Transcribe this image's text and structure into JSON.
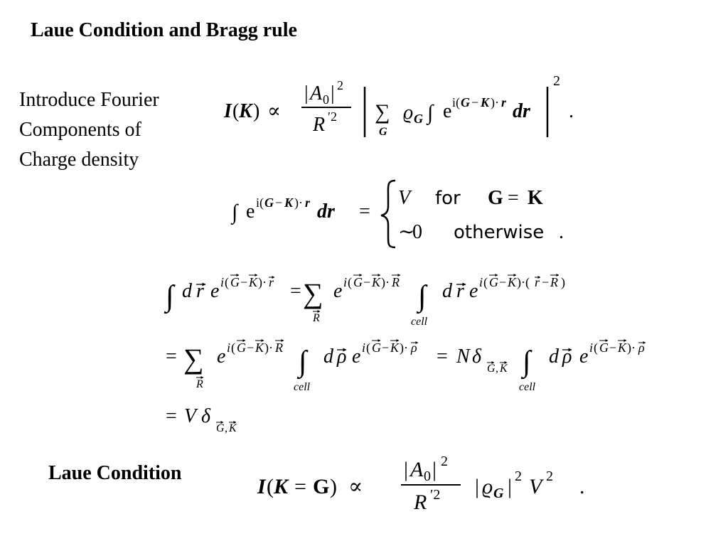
{
  "title": "Laue Condition and Bragg rule",
  "intro": [
    "Introduce Fourier",
    "Components of",
    "Charge density"
  ],
  "laue_label": "Laue Condition",
  "case_for": "for",
  "case_otherwise": "otherwise",
  "cell": "cell"
}
